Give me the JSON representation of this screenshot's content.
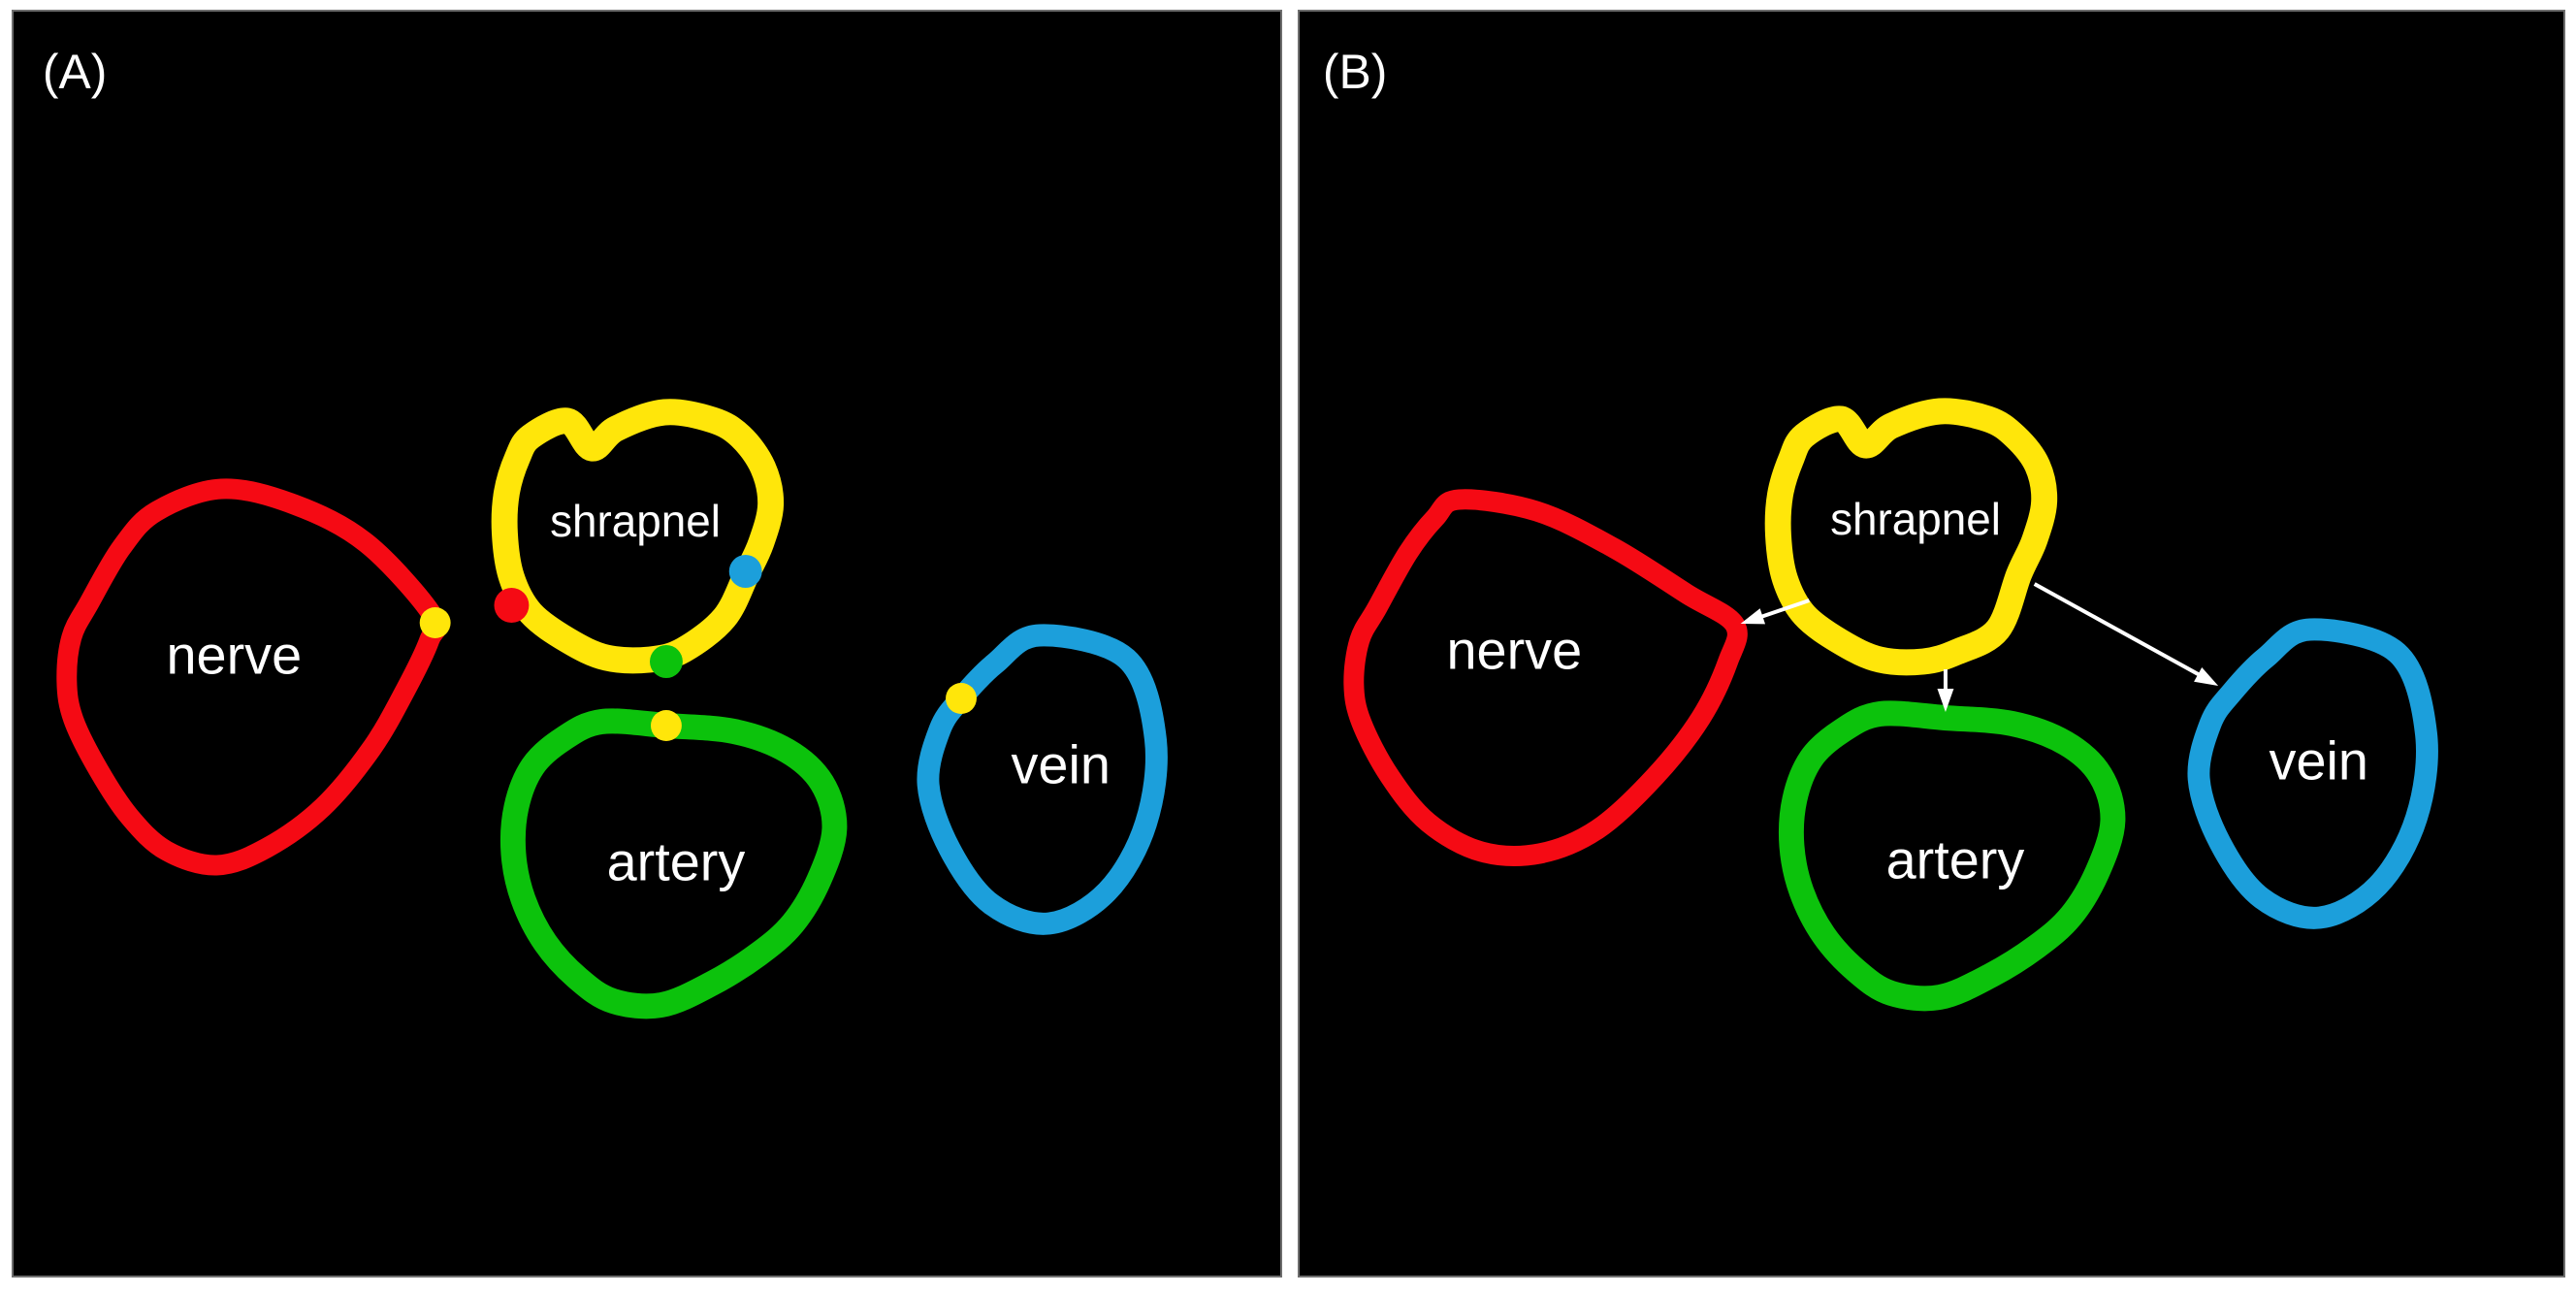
{
  "panels": {
    "a": {
      "label": "(A)"
    },
    "b": {
      "label": "(B)"
    }
  },
  "labels": {
    "nerve": "nerve",
    "shrapnel": "shrapnel",
    "artery": "artery",
    "vein": "vein"
  },
  "colors": {
    "nerve_outline": "#F50A14",
    "shrapnel_outline": "#FFE60A",
    "artery_outline": "#0CC20C",
    "vein_outline": "#1C9FDB",
    "label_text": "#FFFFFF",
    "arrow": "#FFFFFF",
    "panel_background": "#000000",
    "page_background": "#FFFFFF"
  },
  "panel_a_contact_dots": [
    {
      "location": "nerve-boundary-right",
      "color_name": "yellow"
    },
    {
      "location": "shrapnel-boundary-lower-left",
      "color_name": "red"
    },
    {
      "location": "shrapnel-boundary-right",
      "color_name": "blue"
    },
    {
      "location": "shrapnel-boundary-bottom",
      "color_name": "green"
    },
    {
      "location": "artery-boundary-top",
      "color_name": "yellow"
    },
    {
      "location": "vein-boundary-upper-left",
      "color_name": "yellow"
    }
  ],
  "panel_b_arrows": [
    {
      "from": "shrapnel",
      "to": "nerve"
    },
    {
      "from": "shrapnel",
      "to": "artery"
    },
    {
      "from": "shrapnel",
      "to": "vein"
    }
  ]
}
